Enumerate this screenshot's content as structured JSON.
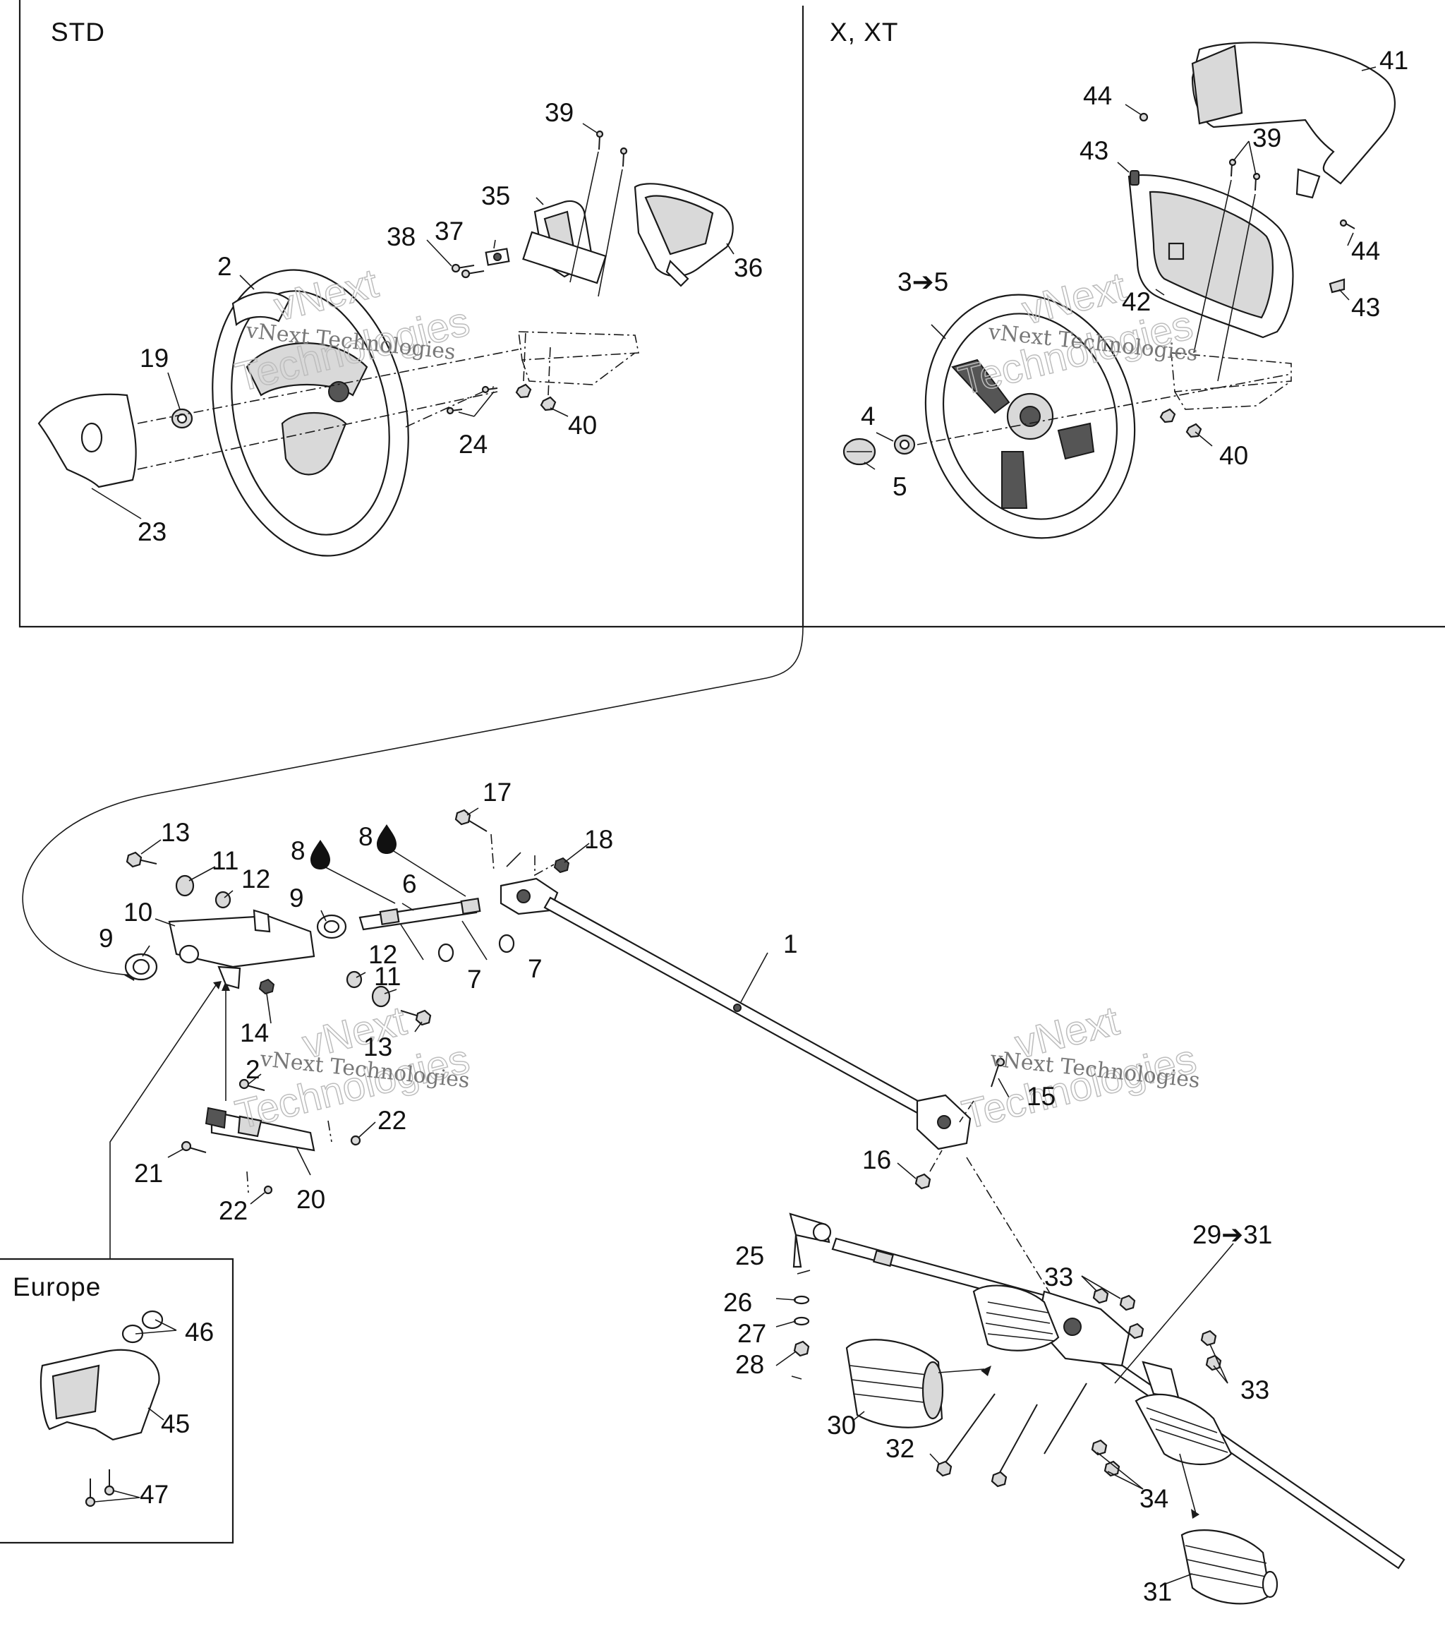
{
  "sections": {
    "std": "STD",
    "x_xt": "X, XT",
    "europe": "Europe"
  },
  "watermark": {
    "text": "vNext Technologies",
    "large_top": "vNext",
    "large_bottom": "Technologies"
  },
  "callouts": {
    "c1": "1",
    "c2": "2",
    "c2b": "2",
    "c3_5": "3➔5",
    "c4": "4",
    "c5": "5",
    "c6": "6",
    "c7a": "7",
    "c7b": "7",
    "c8a": "8",
    "c8b": "8",
    "c9a": "9",
    "c9b": "9",
    "c10": "10",
    "c11a": "11",
    "c11b": "11",
    "c12a": "12",
    "c12b": "12",
    "c13a": "13",
    "c13b": "13",
    "c14": "14",
    "c15": "15",
    "c16": "16",
    "c17": "17",
    "c18": "18",
    "c19": "19",
    "c20": "20",
    "c21": "21",
    "c22a": "22",
    "c22b": "22",
    "c23": "23",
    "c24": "24",
    "c25": "25",
    "c26": "26",
    "c27": "27",
    "c28": "28",
    "c29_31": "29➔31",
    "c30": "30",
    "c31": "31",
    "c32": "32",
    "c33a": "33",
    "c33b": "33",
    "c34": "34",
    "c35": "35",
    "c36": "36",
    "c37": "37",
    "c38": "38",
    "c39a": "39",
    "c39b": "39",
    "c40a": "40",
    "c40b": "40",
    "c41": "41",
    "c42": "42",
    "c43a": "43",
    "c43b": "43",
    "c44a": "44",
    "c44b": "44",
    "c45": "45",
    "c46": "46",
    "c47": "47"
  }
}
